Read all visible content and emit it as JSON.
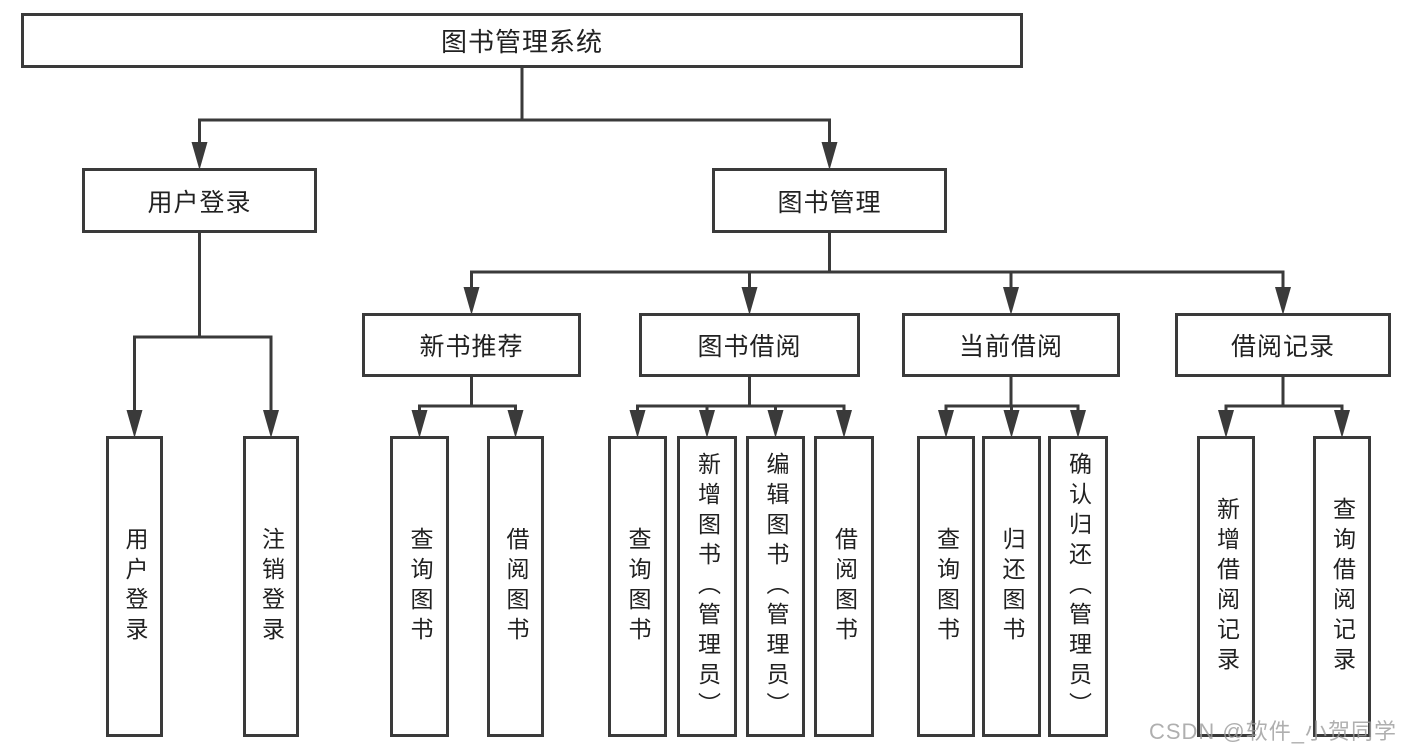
{
  "page": {
    "background": "#ffffff",
    "line_color": "#3a3a3a",
    "text_color": "#212121",
    "watermark_color": "#9c9c9c"
  },
  "watermark": {
    "text": "CSDN @软件_小贺同学"
  },
  "diagram": {
    "type": "tree",
    "title": "图书管理系统",
    "nodes": [
      {
        "id": "root",
        "label": "图书管理系统",
        "parent": null,
        "vertical": false
      },
      {
        "id": "user-login",
        "label": "用户登录",
        "parent": "root",
        "vertical": false
      },
      {
        "id": "book-mgmt",
        "label": "图书管理",
        "parent": "root",
        "vertical": false
      },
      {
        "id": "new-book-rec",
        "label": "新书推荐",
        "parent": "book-mgmt",
        "vertical": false
      },
      {
        "id": "book-borrow",
        "label": "图书借阅",
        "parent": "book-mgmt",
        "vertical": false
      },
      {
        "id": "current-borrow",
        "label": "当前借阅",
        "parent": "book-mgmt",
        "vertical": false
      },
      {
        "id": "borrow-records",
        "label": "借阅记录",
        "parent": "book-mgmt",
        "vertical": false
      },
      {
        "id": "leaf-user-login",
        "label": "用户登录",
        "parent": "user-login",
        "vertical": true
      },
      {
        "id": "leaf-logout",
        "label": "注销登录",
        "parent": "user-login",
        "vertical": true
      },
      {
        "id": "leaf-nbr-query",
        "label": "查询图书",
        "parent": "new-book-rec",
        "vertical": true
      },
      {
        "id": "leaf-nbr-borrow",
        "label": "借阅图书",
        "parent": "new-book-rec",
        "vertical": true
      },
      {
        "id": "leaf-bb-query",
        "label": "查询图书",
        "parent": "book-borrow",
        "vertical": true
      },
      {
        "id": "leaf-bb-add",
        "label": "新增图书（管理员）",
        "parent": "book-borrow",
        "vertical": true
      },
      {
        "id": "leaf-bb-edit",
        "label": "编辑图书（管理员）",
        "parent": "book-borrow",
        "vertical": true
      },
      {
        "id": "leaf-bb-borrow",
        "label": "借阅图书",
        "parent": "book-borrow",
        "vertical": true
      },
      {
        "id": "leaf-cb-query",
        "label": "查询图书",
        "parent": "current-borrow",
        "vertical": true
      },
      {
        "id": "leaf-cb-return",
        "label": "归还图书",
        "parent": "current-borrow",
        "vertical": true
      },
      {
        "id": "leaf-cb-confirm",
        "label": "确认归还（管理员）",
        "parent": "current-borrow",
        "vertical": true
      },
      {
        "id": "leaf-br-add",
        "label": "新增借阅记录",
        "parent": "borrow-records",
        "vertical": true
      },
      {
        "id": "leaf-br-query",
        "label": "查询借阅记录",
        "parent": "borrow-records",
        "vertical": true
      }
    ]
  }
}
